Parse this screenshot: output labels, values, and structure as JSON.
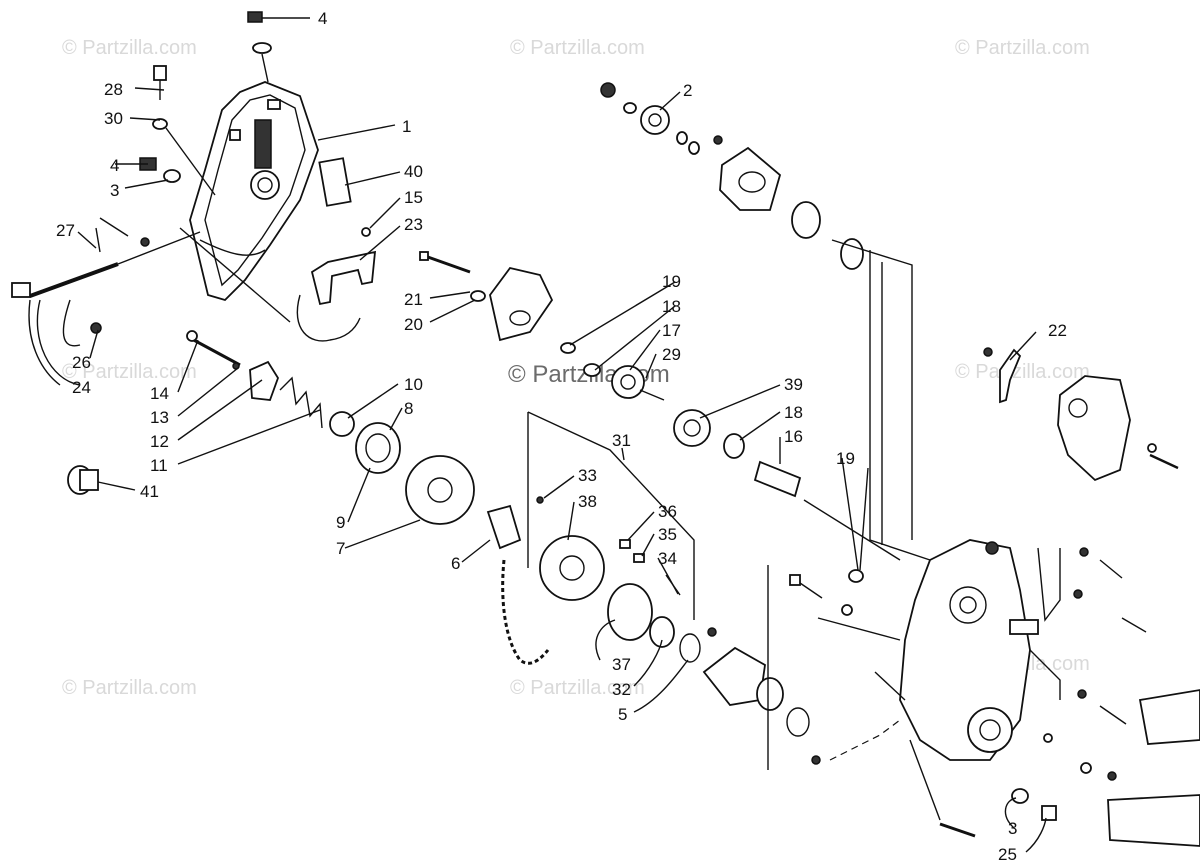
{
  "watermarks": {
    "text": "© Partzilla.com",
    "center_text": "© Partzilla.com"
  },
  "callouts": [
    {
      "id": "c4a",
      "text": "4"
    },
    {
      "id": "c28",
      "text": "28"
    },
    {
      "id": "c30",
      "text": "30"
    },
    {
      "id": "c1",
      "text": "1"
    },
    {
      "id": "c4b",
      "text": "4"
    },
    {
      "id": "c3a",
      "text": "3"
    },
    {
      "id": "c40",
      "text": "40"
    },
    {
      "id": "c15",
      "text": "15"
    },
    {
      "id": "c23",
      "text": "23"
    },
    {
      "id": "c27",
      "text": "27"
    },
    {
      "id": "c26",
      "text": "26"
    },
    {
      "id": "c24",
      "text": "24"
    },
    {
      "id": "c21",
      "text": "21"
    },
    {
      "id": "c20",
      "text": "20"
    },
    {
      "id": "c19a",
      "text": "19"
    },
    {
      "id": "c18a",
      "text": "18"
    },
    {
      "id": "c17",
      "text": "17"
    },
    {
      "id": "c29",
      "text": "29"
    },
    {
      "id": "c2",
      "text": "2"
    },
    {
      "id": "c22",
      "text": "22"
    },
    {
      "id": "c14",
      "text": "14"
    },
    {
      "id": "c13",
      "text": "13"
    },
    {
      "id": "c12",
      "text": "12"
    },
    {
      "id": "c11",
      "text": "11"
    },
    {
      "id": "c10",
      "text": "10"
    },
    {
      "id": "c8",
      "text": "8"
    },
    {
      "id": "c41",
      "text": "41"
    },
    {
      "id": "c9",
      "text": "9"
    },
    {
      "id": "c7",
      "text": "7"
    },
    {
      "id": "c6",
      "text": "6"
    },
    {
      "id": "c39",
      "text": "39"
    },
    {
      "id": "c18b",
      "text": "18"
    },
    {
      "id": "c16",
      "text": "16"
    },
    {
      "id": "c19b",
      "text": "19"
    },
    {
      "id": "c31",
      "text": "31"
    },
    {
      "id": "c33",
      "text": "33"
    },
    {
      "id": "c38",
      "text": "38"
    },
    {
      "id": "c36",
      "text": "36"
    },
    {
      "id": "c35",
      "text": "35"
    },
    {
      "id": "c34",
      "text": "34"
    },
    {
      "id": "c37",
      "text": "37"
    },
    {
      "id": "c32",
      "text": "32"
    },
    {
      "id": "c5",
      "text": "5"
    },
    {
      "id": "c3b",
      "text": "3"
    },
    {
      "id": "c25",
      "text": "25"
    }
  ]
}
